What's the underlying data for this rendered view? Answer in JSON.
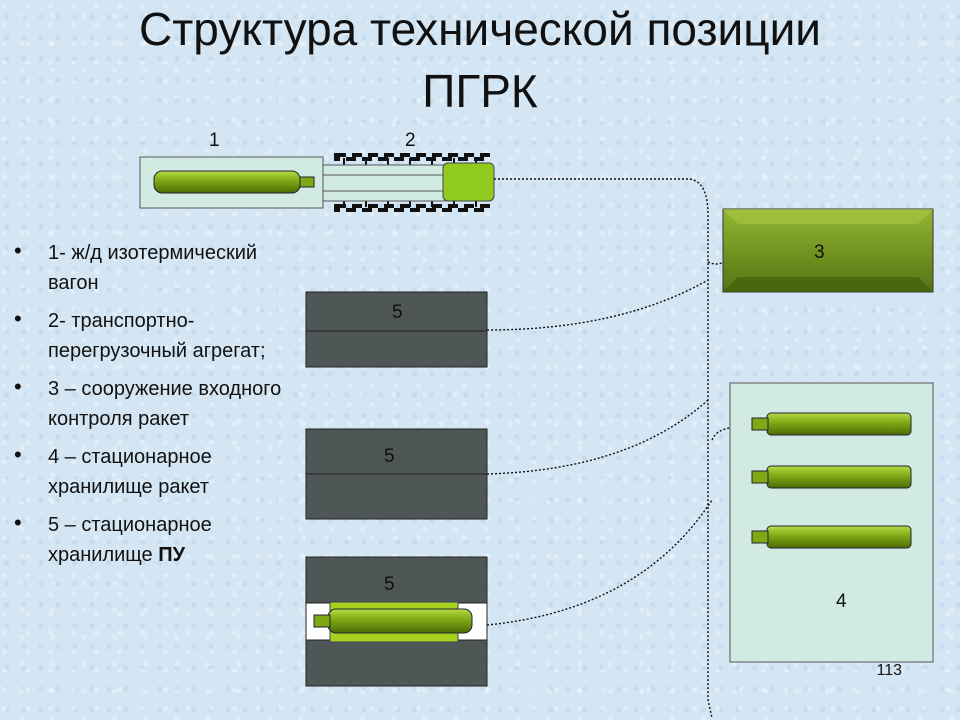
{
  "slide": {
    "title_line1": "Структура технической позиции",
    "title_line2": "ПГРК",
    "page_number": "113"
  },
  "diagram": {
    "labels": {
      "wagon": "1",
      "transfer_unit": "2",
      "inspection": "3",
      "storage_missiles": "4",
      "storage_launcher_1": "5",
      "storage_launcher_2": "5",
      "storage_launcher_3": "5"
    }
  },
  "legend": {
    "items": [
      {
        "text": "1- ж/д изотермический вагон"
      },
      {
        "text": "2- транспортно-перегрузочный агрегат;"
      },
      {
        "text": "3 – сооружение входного контроля ракет"
      },
      {
        "text": "4 – стационарное хранилище ракет"
      },
      {
        "text_prefix": "5 – стационарное хранилище ",
        "text_bold": "ПУ"
      }
    ]
  },
  "colors": {
    "missile_green": "#7ea814",
    "dark_storage": "#4e5756",
    "inspection_green": "#66881a",
    "panel_fill": "#d2ebe2"
  }
}
